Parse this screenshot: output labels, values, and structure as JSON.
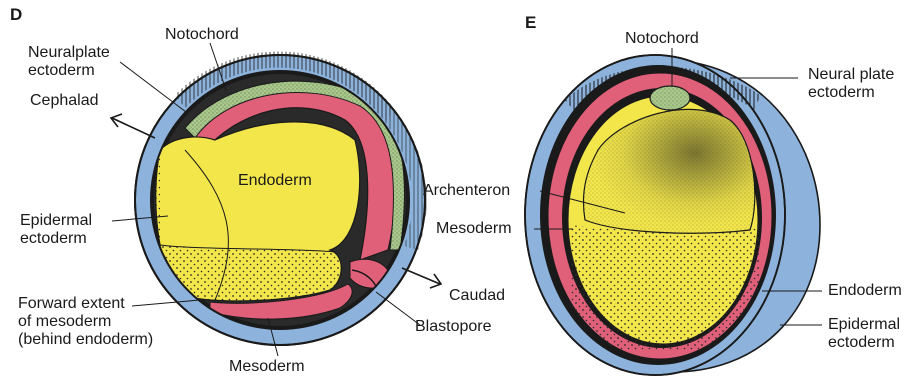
{
  "panels": {
    "d": {
      "letter": "D",
      "labels": {
        "notochord": "Notochord",
        "neural_plate": "Neuralplate\nectoderm",
        "cephalad": "Cephalad",
        "endoderm": "Endoderm",
        "epidermal": "Epidermal\nectoderm",
        "forward_extent": "Forward extent\nof mesoderm\n(behind endoderm)",
        "mesoderm": "Mesoderm",
        "caudad": "Caudad",
        "blastopore": "Blastopore"
      }
    },
    "e": {
      "letter": "E",
      "labels": {
        "notochord": "Notochord",
        "neural_plate": "Neural plate\nectoderm",
        "archenteron": "Archenteron",
        "mesoderm": "Mesoderm",
        "endoderm": "Endoderm",
        "epidermal": "Epidermal\nectoderm"
      }
    }
  },
  "colors": {
    "ectoderm": "#8db3dc",
    "ectoderm_dark": "#5f8fbf",
    "mesoderm": "#e0607a",
    "endoderm": "#f2e64a",
    "notochord": "#a8c98a",
    "outline": "#1a1a1a"
  }
}
